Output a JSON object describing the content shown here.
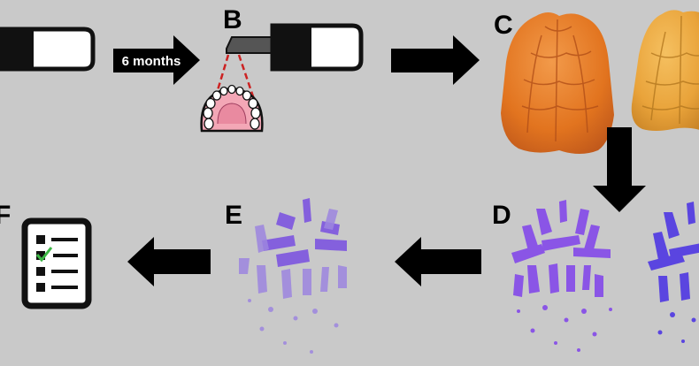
{
  "panels": {
    "b": "B",
    "c": "C",
    "d": "D",
    "e": "E",
    "f": "F"
  },
  "arrow_ab_label": "6 months",
  "colors": {
    "background": "#c9c9c9",
    "scan_orange": "#e2741f",
    "scan_yellow": "#e9a33a",
    "diff_purple": "#8a55e6",
    "diff_blue": "#5a45e0",
    "diff_lilac": "#9678e0",
    "laser_red": "#cc2222",
    "check_green": "#3cb544"
  }
}
